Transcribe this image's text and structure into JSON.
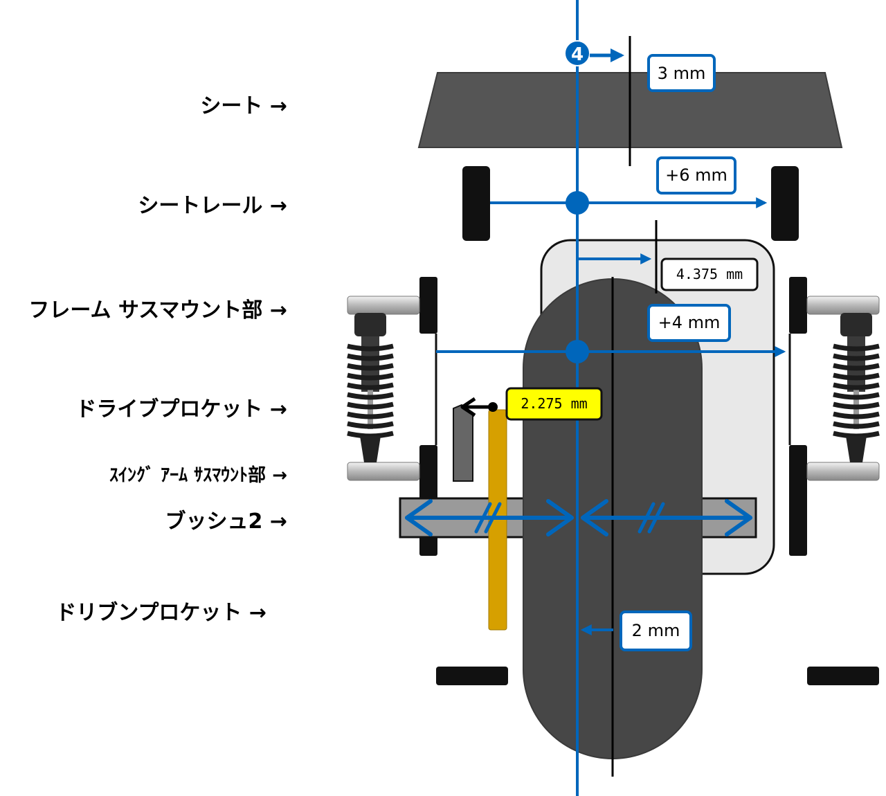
{
  "labels": {
    "seat": "シート →",
    "seat_rail": "シートレール →",
    "frame_mount": "フレーム サスマウント部 →",
    "drive_sprocket": "ドライブプロケット →",
    "swingarm_mount": "ｽｲﾝｸﾞ ｱｰﾑ ｻｽﾏｳﾝﾄ部 →",
    "bush2": "ブッシュ2 →",
    "driven_sprocket": "ドリブンプロケット →"
  },
  "dimensions": {
    "seat_offset": "3  mm",
    "rail_offset": "+6 mm",
    "frame_offset": "4.375 mm",
    "mount_offset": "+4  mm",
    "sprocket_offset": "2.275 mm",
    "wheel_offset": "2 mm"
  },
  "markers": {
    "centerline_number": "4"
  },
  "colors": {
    "accent_blue": "#0066bb",
    "seat_gray": "#555555",
    "tire_gray": "#474747",
    "frame_light": "#e8e8e8",
    "sprocket_gold": "#d6a000",
    "highlight_yellow": "#ffff00"
  }
}
